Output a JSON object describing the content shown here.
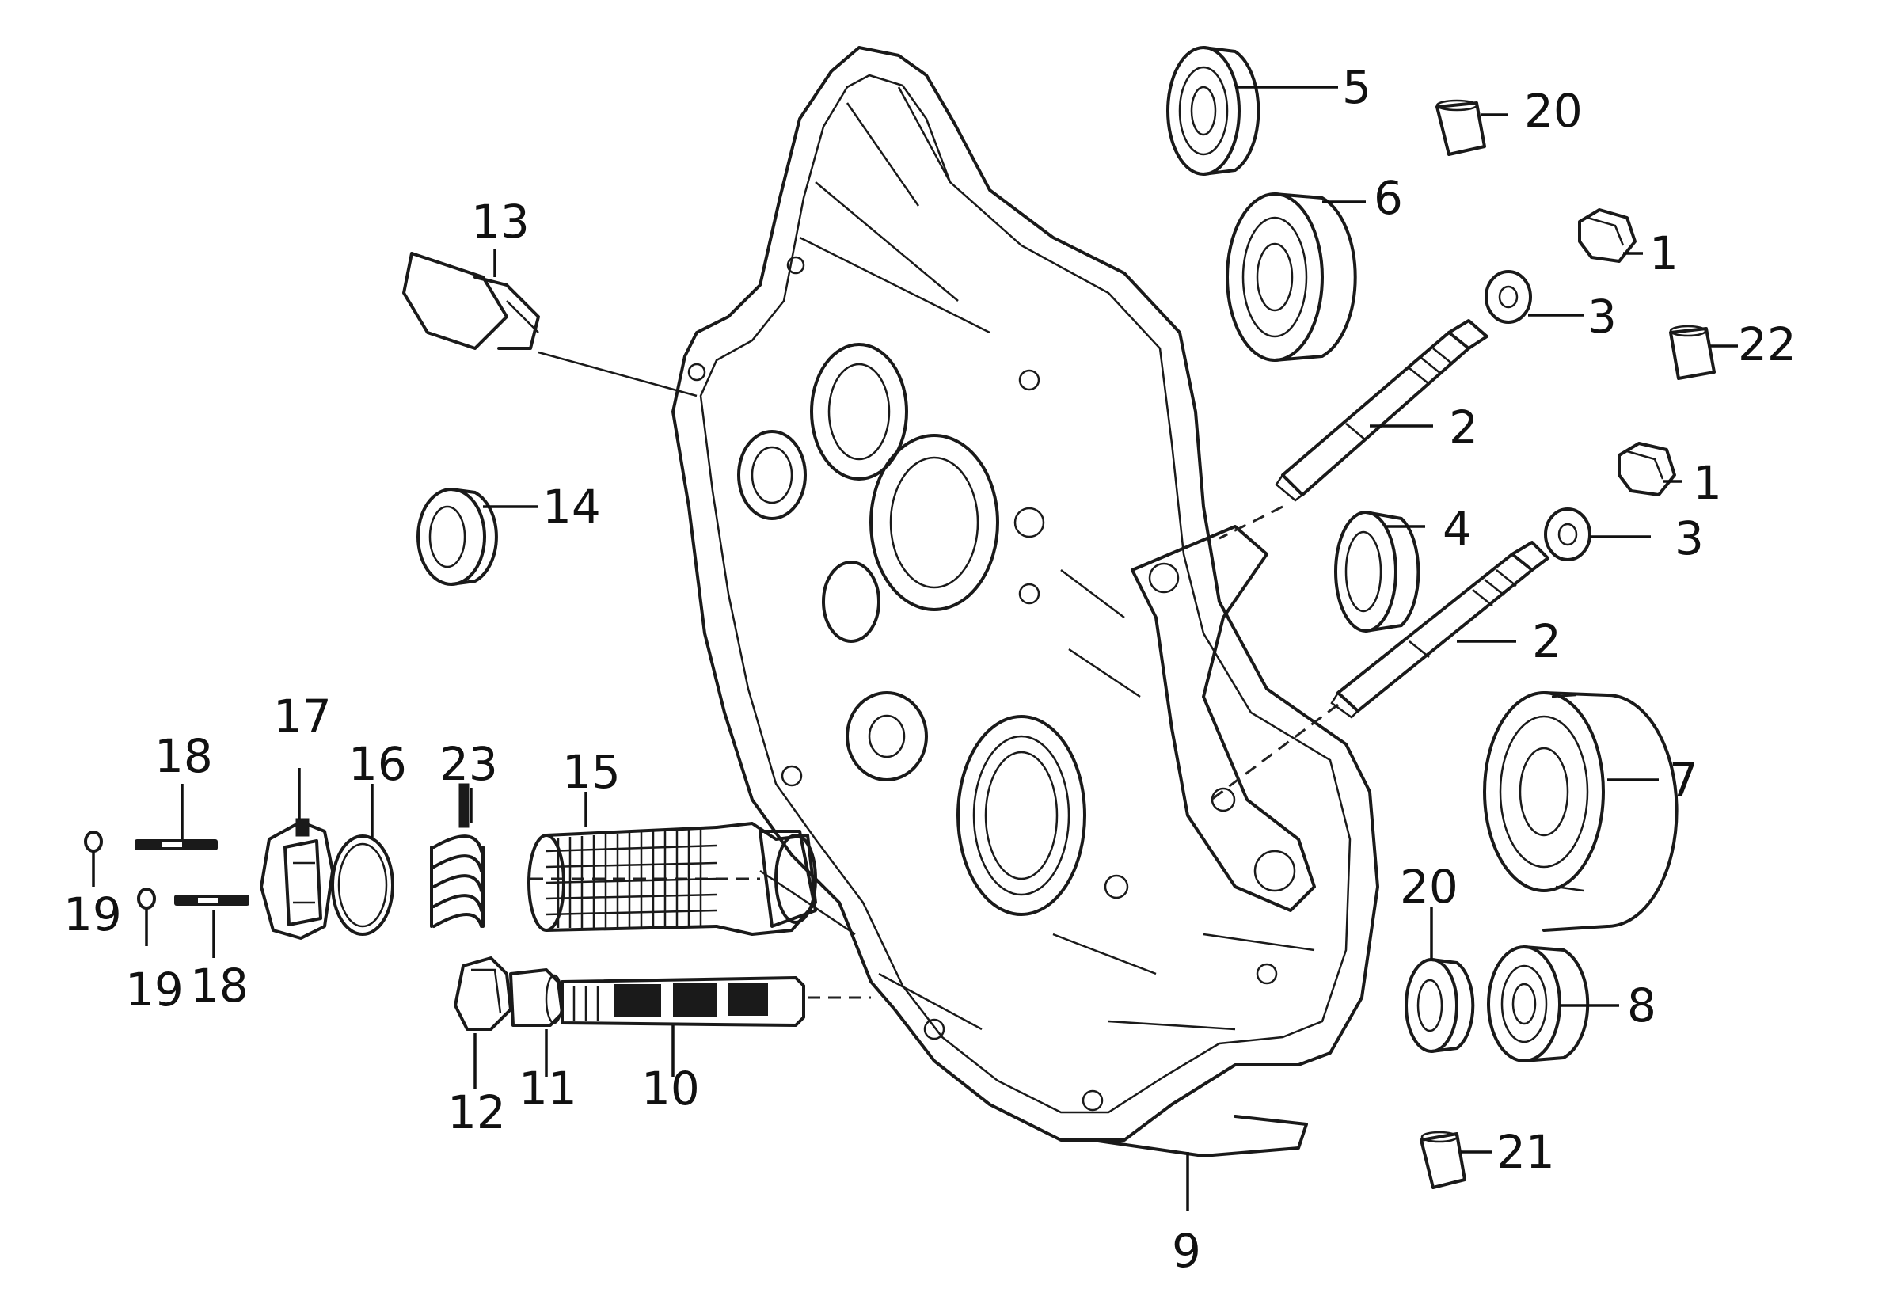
{
  "labels": {
    "l1a": "1",
    "l1b": "1",
    "l2a": "2",
    "l2b": "2",
    "l3a": "3",
    "l3b": "3",
    "l4": "4",
    "l5": "5",
    "l6": "6",
    "l7": "7",
    "l8": "8",
    "l9": "9",
    "l10": "10",
    "l11": "11",
    "l12": "12",
    "l13": "13",
    "l14": "14",
    "l15": "15",
    "l16": "16",
    "l17": "17",
    "l18a": "18",
    "l18b": "18",
    "l19a": "19",
    "l19b": "19",
    "l20a": "20",
    "l20b": "20",
    "l21": "21",
    "l22": "22",
    "l23": "23"
  }
}
